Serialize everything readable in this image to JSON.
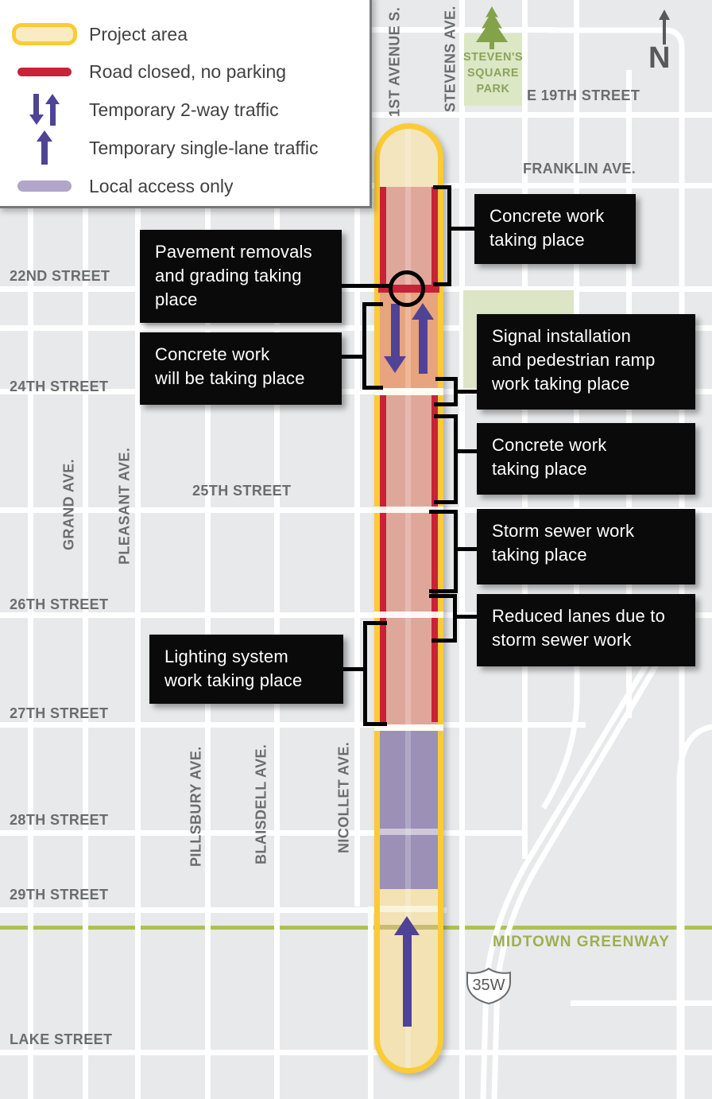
{
  "title": "Road construction map",
  "colors": {
    "project_area_border": "#FBCB35",
    "project_area_fill": "#F3E5BE",
    "road_closed_red": "#C92138",
    "closed_fill_salmon": "#DFA79A",
    "two_way_fill_orange": "#E8A47E",
    "local_access_fill": "#9C90B7",
    "local_access_legend": "#B1A5C9",
    "traffic_arrow_purple": "#4F4396",
    "park_green": "#7FA24B",
    "park_fill": "#DCE7C5",
    "greenway_olive": "#AEC054",
    "street_label_gray": "#6B6C6E",
    "callout_bg": "#0A0A0A"
  },
  "legend": {
    "items": [
      {
        "id": "project-area",
        "label": "Project area"
      },
      {
        "id": "road-closed",
        "label": "Road closed, no parking"
      },
      {
        "id": "two-way",
        "label": "Temporary 2-way traffic"
      },
      {
        "id": "single-lane",
        "label": "Temporary single-lane traffic"
      },
      {
        "id": "local-access",
        "label": "Local access only"
      }
    ]
  },
  "map": {
    "north_label": "N",
    "highway_shield": "35W",
    "park": {
      "line1": "STEVEN'S",
      "line2": "SQUARE",
      "line3": "PARK"
    },
    "streets": {
      "first_ave": "1ST AVENUE S.",
      "stevens": "STEVENS AVE.",
      "e19th": "E 19TH STREET",
      "franklin": "FRANKLIN AVE.",
      "s22nd": "22ND STREET",
      "s24th": "24TH STREET",
      "grand": "GRAND AVE.",
      "pleasant": "PLEASANT AVE.",
      "s25th": "25TH STREET",
      "s26th": "26TH STREET",
      "s27th": "27TH STREET",
      "pillsbury": "PILLSBURY AVE.",
      "blaisdell": "BLAISDELL AVE.",
      "nicollet": "NICOLLET AVE.",
      "s28th": "28TH STREET",
      "s29th": "29TH STREET",
      "lake": "LAKE STREET",
      "greenway": "MIDTOWN GREENWAY"
    }
  },
  "callouts": {
    "concrete_top": "Concrete work\ntaking place",
    "pavement": "Pavement removals\nand grading taking\nplace",
    "concrete_will": "Concrete work\nwill be taking place",
    "signal": "Signal installation\nand pedestrian ramp\nwork taking place",
    "concrete_2": "Concrete work\ntaking place",
    "storm": "Storm sewer work\ntaking place",
    "reduced": "Reduced lanes due to\nstorm sewer work",
    "lighting": "Lighting system\nwork taking place"
  }
}
